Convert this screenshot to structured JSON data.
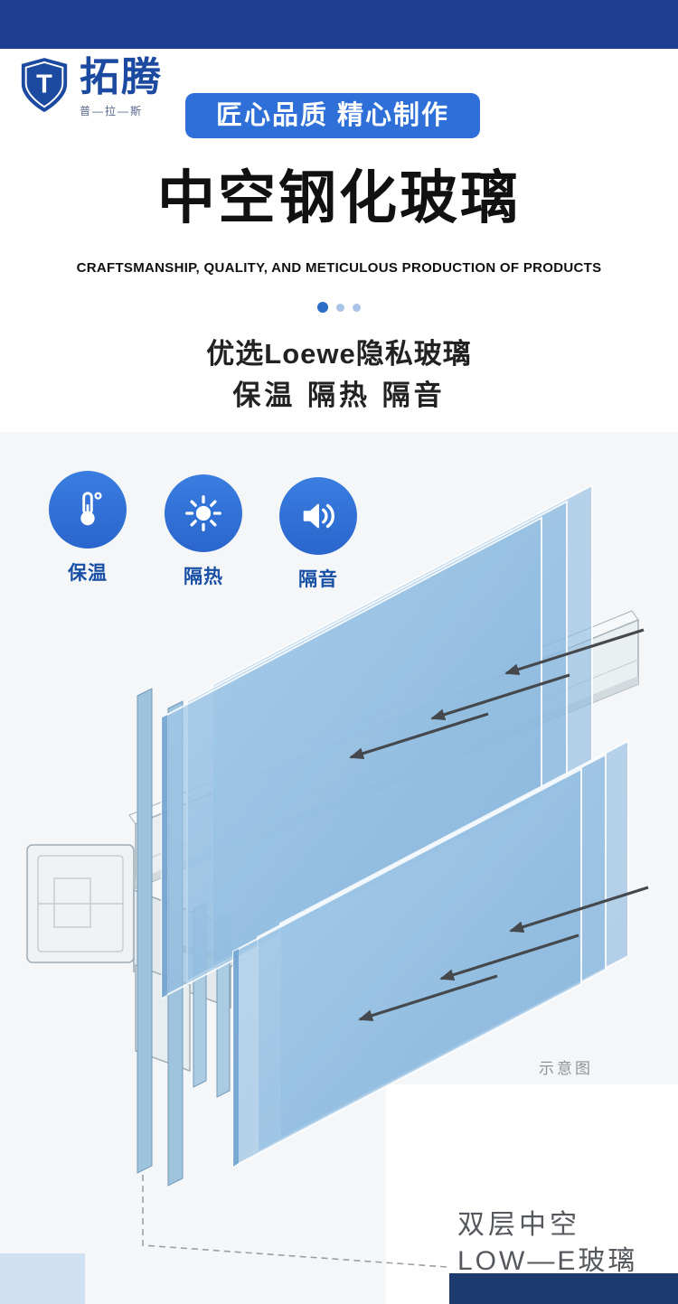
{
  "brand": {
    "logo_letter": "T",
    "name": "拓腾",
    "subname": "普—拉—斯"
  },
  "header": {
    "badge": "匠心品质 精心制作",
    "title": "中空钢化玻璃",
    "subtitle": "CRAFTSMANSHIP, QUALITY, AND METICULOUS PRODUCTION OF PRODUCTS"
  },
  "carousel": {
    "dot_count": 3,
    "active_dot": 1
  },
  "intro": {
    "line1": "优选Loewe隐私玻璃",
    "line2": "保温 隔热 隔音"
  },
  "features": [
    {
      "icon": "thermometer-icon",
      "label": "保温"
    },
    {
      "icon": "sun-icon",
      "label": "隔热"
    },
    {
      "icon": "speaker-icon",
      "label": "隔音"
    }
  ],
  "diagram": {
    "note": "示意图",
    "caption_line1": "双层中空",
    "caption_line2": "LOW—E玻璃"
  },
  "colors": {
    "top_bar": "#1f3e92",
    "badge_blue": "#2e6fd8",
    "icon_blue": "#2e72d8",
    "dot_active": "#2c6bc8",
    "dot_inactive": "#a9c4e6",
    "caption_navy": "#1c3a6e",
    "corner_light_blue": "#cfe0f1",
    "glass_blue": "#7fb0d9"
  }
}
